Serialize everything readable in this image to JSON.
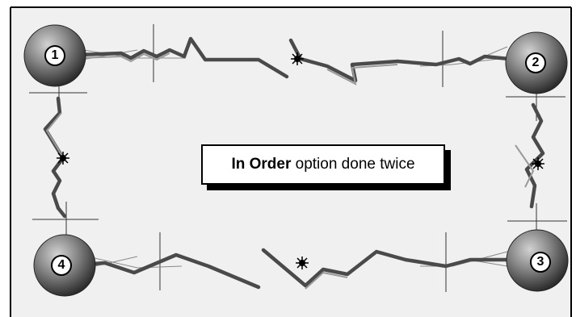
{
  "caption": {
    "bold": "In Order",
    "rest": " option done twice"
  },
  "nodes": [
    {
      "label": "1"
    },
    {
      "label": "2"
    },
    {
      "label": "3"
    },
    {
      "label": "4"
    }
  ],
  "colors": {
    "background": "#f0f0f0",
    "frame": "#000000",
    "stroke": "#555555",
    "sphere_light": "#c8c8c8",
    "sphere_dark": "#2a2a2a"
  },
  "icons": [
    "sphere-node-icon",
    "keyframe-marker-icon",
    "crosshair-guide-icon"
  ]
}
